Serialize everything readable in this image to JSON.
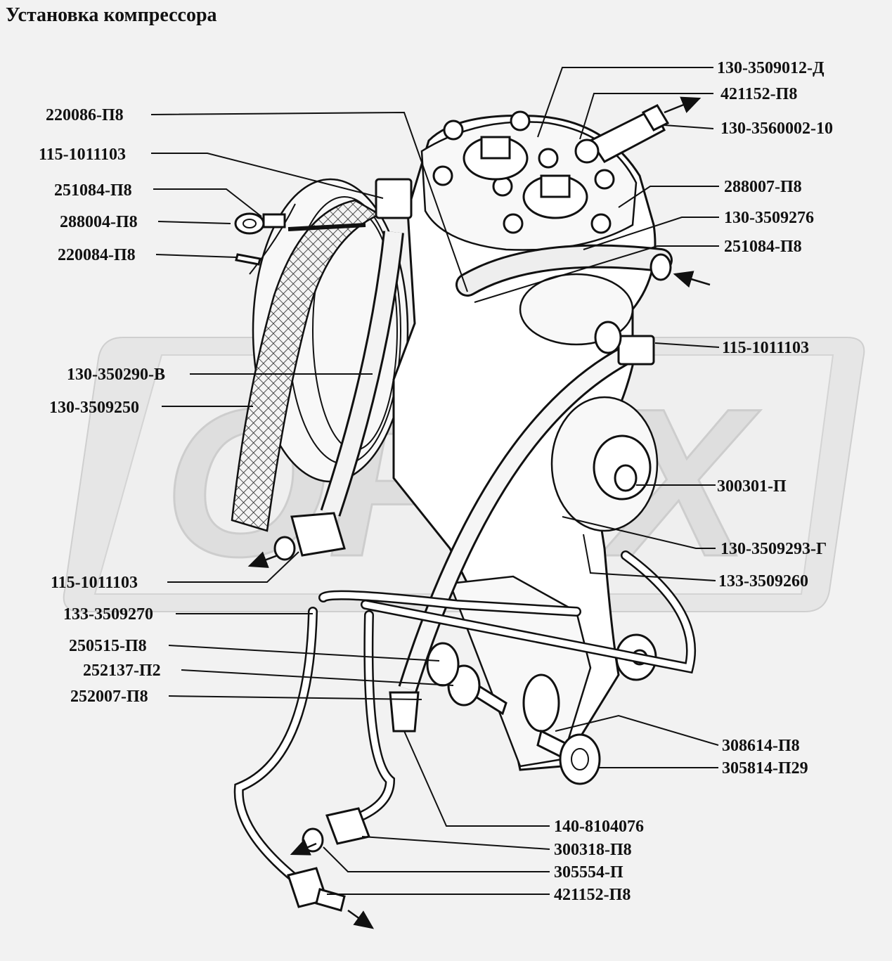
{
  "title": "Установка компрессора",
  "labels": [
    {
      "id": "l01",
      "text": "130-3509012-Д"
    },
    {
      "id": "l02",
      "text": "421152-П8"
    },
    {
      "id": "l03",
      "text": "130-3560002-10"
    },
    {
      "id": "l04",
      "text": "220086-П8"
    },
    {
      "id": "l05",
      "text": "115-1011103"
    },
    {
      "id": "l06",
      "text": "251084-П8"
    },
    {
      "id": "l07",
      "text": "288004-П8"
    },
    {
      "id": "l08",
      "text": "220084-П8"
    },
    {
      "id": "l09",
      "text": "288007-П8"
    },
    {
      "id": "l10",
      "text": "130-3509276"
    },
    {
      "id": "l11",
      "text": "251084-П8"
    },
    {
      "id": "l12",
      "text": "115-1011103"
    },
    {
      "id": "l13",
      "text": "130-350290-В"
    },
    {
      "id": "l14",
      "text": "130-3509250"
    },
    {
      "id": "l15",
      "text": "300301-П"
    },
    {
      "id": "l16",
      "text": "130-3509293-Г"
    },
    {
      "id": "l17",
      "text": "115-1011103"
    },
    {
      "id": "l18",
      "text": "133-3509260"
    },
    {
      "id": "l19",
      "text": "133-3509270"
    },
    {
      "id": "l20",
      "text": "250515-П8"
    },
    {
      "id": "l21",
      "text": "252137-П2"
    },
    {
      "id": "l22",
      "text": "252007-П8"
    },
    {
      "id": "l23",
      "text": "308614-П8"
    },
    {
      "id": "l24",
      "text": "305814-П29"
    },
    {
      "id": "l25",
      "text": "140-8104076"
    },
    {
      "id": "l26",
      "text": "300318-П8"
    },
    {
      "id": "l27",
      "text": "305554-П"
    },
    {
      "id": "l28",
      "text": "421152-П8"
    }
  ],
  "watermark": "ОРЕХ"
}
